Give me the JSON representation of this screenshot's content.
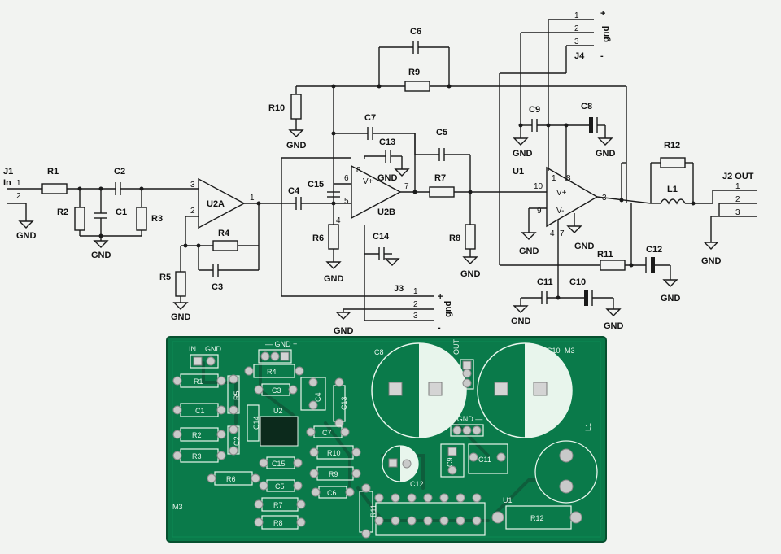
{
  "schematic": {
    "connectors": {
      "J1": {
        "name": "J1",
        "sub": "In",
        "pins": [
          "1",
          "2"
        ]
      },
      "J2": {
        "name": "J2 OUT",
        "pins": [
          "1",
          "2",
          "3"
        ]
      },
      "J3": {
        "name": "J3",
        "pins": [
          "1",
          "2",
          "3"
        ],
        "labels": [
          "+",
          "gnd",
          "-"
        ]
      },
      "J4": {
        "name": "J4",
        "pins": [
          "1",
          "2",
          "3"
        ],
        "labels": [
          "+",
          "gnd",
          "-"
        ]
      }
    },
    "resistors": [
      "R1",
      "R2",
      "R3",
      "R4",
      "R5",
      "R6",
      "R7",
      "R8",
      "R9",
      "R10",
      "R11",
      "R12"
    ],
    "capacitors": [
      "C1",
      "C2",
      "C3",
      "C4",
      "C5",
      "C6",
      "C7",
      "C8",
      "C9",
      "C10",
      "C11",
      "C12",
      "C13",
      "C14",
      "C15"
    ],
    "inductor": "L1",
    "opamps": {
      "U2A": {
        "name": "U2A",
        "pins": [
          "3",
          "2",
          "1"
        ]
      },
      "U2B": {
        "name": "U2B",
        "pins": [
          "6",
          "5",
          "7",
          "8",
          "4"
        ]
      },
      "U1": {
        "name": "U1",
        "pins": [
          "10",
          "9",
          "3",
          "1",
          "8",
          "7",
          "4"
        ]
      }
    },
    "gnd_label": "GND",
    "vplus": "V+",
    "vminus": "V-"
  },
  "pcb": {
    "labels": {
      "in": "IN",
      "gnd": "GND",
      "gnd_top": "— GND +",
      "out": "OUT",
      "gnd_mid": "+ GND —",
      "m3_left": "M3",
      "m3_right": "M3",
      "r1": "R1",
      "c1": "C1",
      "r2": "R2",
      "r3": "R3",
      "r4": "R4",
      "r5": "R5",
      "r6": "R6",
      "r7": "R7",
      "r8": "R8",
      "r9": "R9",
      "r10": "R10",
      "r11": "R11",
      "r12": "R12",
      "c2": "C2",
      "c3": "C3",
      "c4": "C4",
      "c5": "C5",
      "c6": "C6",
      "c7": "C7",
      "c8": "C8",
      "c9": "C9",
      "c10": "C10",
      "c11": "C11",
      "c12": "C12",
      "c13": "C13",
      "c14": "C14",
      "c15": "C15",
      "u1": "U1",
      "u2": "U2",
      "l1": "L1"
    }
  },
  "colors": {
    "board": "#0a7a4a",
    "board_dark": "#075c37",
    "ink": "#1a1a1a",
    "paper": "#f2f3f1"
  }
}
